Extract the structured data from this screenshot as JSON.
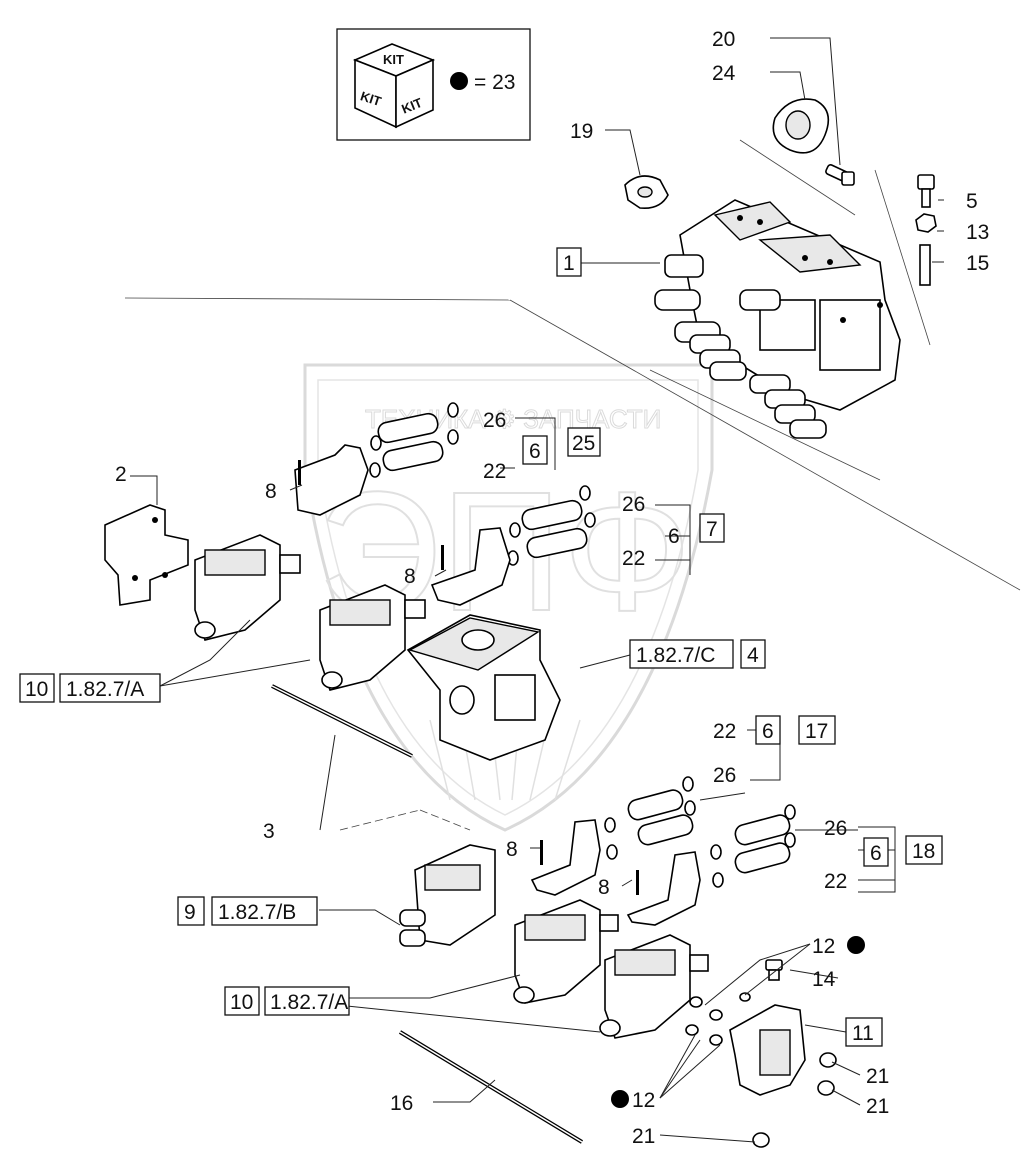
{
  "kit": {
    "box_text_top": "KIT",
    "box_text_left": "KIT",
    "box_text_right": "KIT",
    "bullet_equation": "= 23"
  },
  "watermark": {
    "text": "ТЕХНИКА ⚙ ЗАПЧАСТИ",
    "logo_letters": "ЭПФ"
  },
  "callouts": {
    "n20": "20",
    "n24": "24",
    "n19": "19",
    "n5": "5",
    "n13": "13",
    "n15": "15",
    "n1": "1",
    "n26a": "26",
    "n25": "25",
    "n6a": "6",
    "n22a": "22",
    "n2": "2",
    "n8a": "8",
    "n26b": "26",
    "n7": "7",
    "n6b": "6",
    "n22b": "22",
    "n8b": "8",
    "n10a": "10",
    "ref_a1": "1.82.7/A",
    "ref_c": "1.82.7/C",
    "n4": "4",
    "n22c": "22",
    "n6c": "6",
    "n17": "17",
    "n26c": "26",
    "n3": "3",
    "n26d": "26",
    "n6d": "6",
    "n18": "18",
    "n8c": "8",
    "n8d": "8",
    "n22d": "22",
    "n9": "9",
    "ref_b": "1.82.7/B",
    "n12a": "12",
    "n14": "14",
    "n10b": "10",
    "ref_a2": "1.82.7/A",
    "n11": "11",
    "n21a": "21",
    "n21b": "21",
    "n16": "16",
    "n12b": "12",
    "n21c": "21"
  }
}
